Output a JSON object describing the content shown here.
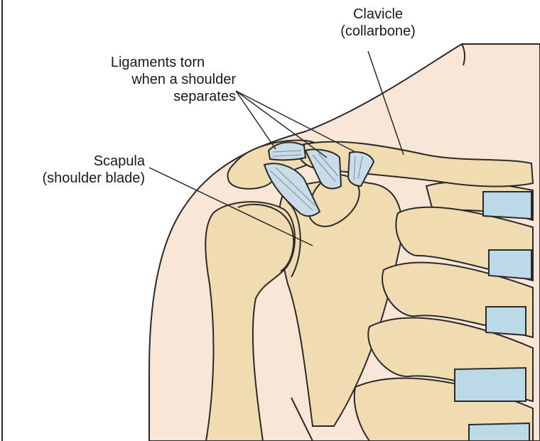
{
  "labels": {
    "clavicle": {
      "line1": "Clavicle",
      "line2": "(collarbone)"
    },
    "ligaments": {
      "line1": "Ligaments torn",
      "line2": "when a shoulder",
      "line3": "separates"
    },
    "scapula": {
      "line1": "Scapula",
      "line2": "(shoulder blade)"
    }
  },
  "colors": {
    "skin": "#f9e6d6",
    "bone": "#f1dcb2",
    "bone_shadow": "#dcc08c",
    "cartilage": "#bcd9e8",
    "ligament": "#c9dce8",
    "outline": "#2a2a2a",
    "background": "#ffffff"
  }
}
